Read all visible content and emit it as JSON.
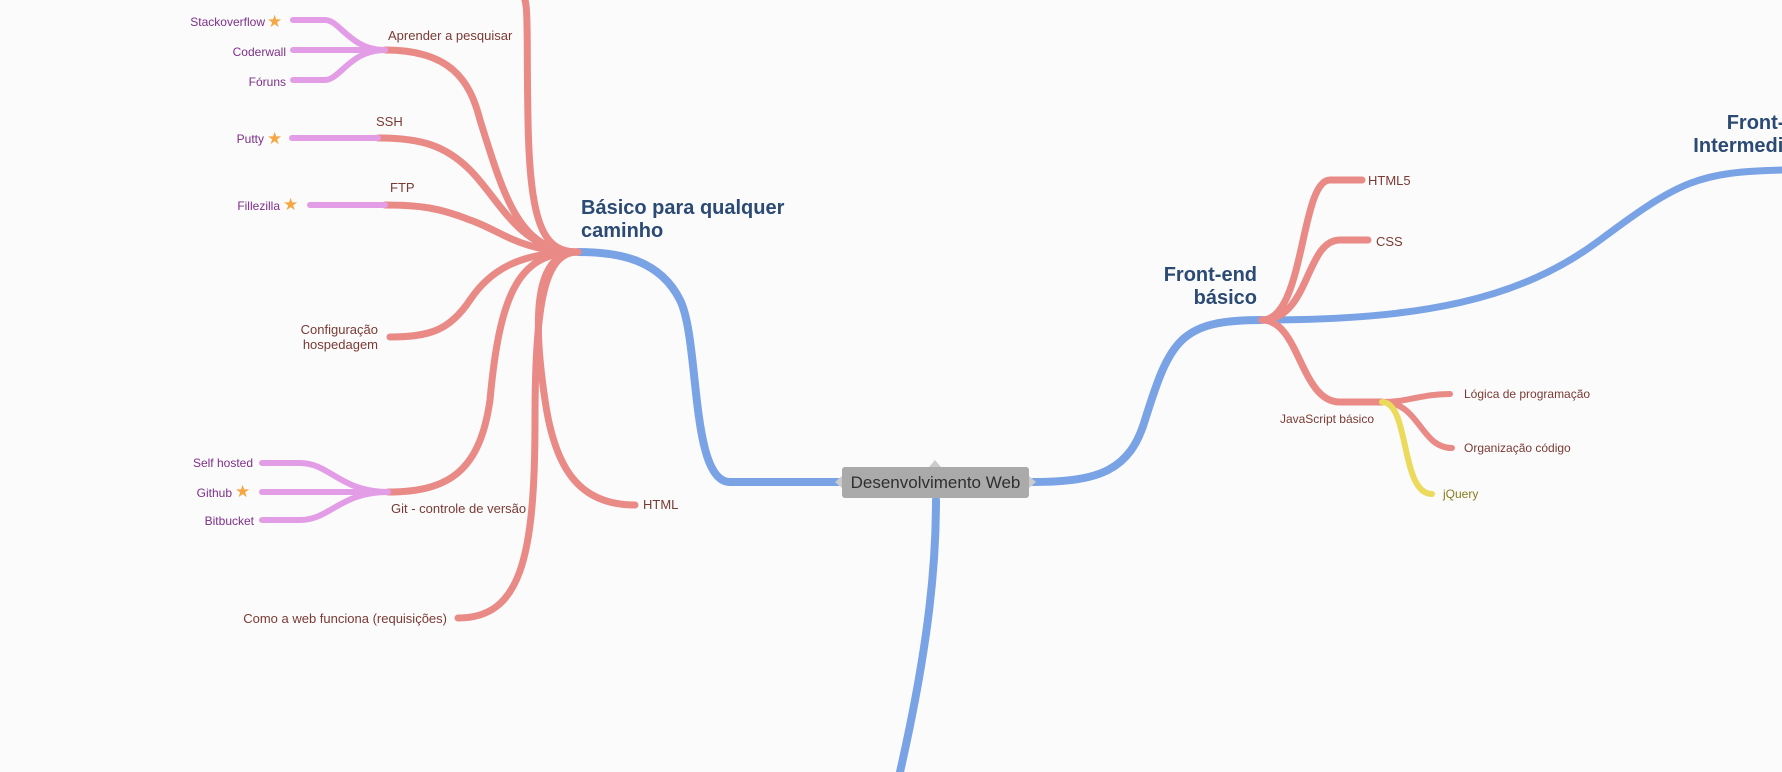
{
  "mindmap": {
    "root": "Desenvolvimento Web",
    "branches": {
      "basico": "Básico para qualquer\ncaminho",
      "frontend_basico": "Front-end\nbásico",
      "frontend_intermediario": "Front-end\nIntermediário"
    },
    "basico_children": {
      "aprender": "Aprender a pesquisar",
      "stackoverflow": "Stackoverflow",
      "coderwall": "Coderwall",
      "foruns": "Fóruns",
      "ssh": "SSH",
      "putty": "Putty",
      "ftp": "FTP",
      "filezilla": "Fillezilla",
      "config": "Configuração\nhospedagem",
      "git": "Git - controle de versão",
      "selfhosted": "Self hosted",
      "github": "Github",
      "bitbucket": "Bitbucket",
      "html": "HTML",
      "comoweb": "Como a web funciona (requisições)"
    },
    "frontend_children": {
      "html5": "HTML5",
      "css": "CSS",
      "js": "JavaScript básico",
      "logica": "Lógica de programação",
      "organizacao": "Organização código",
      "jquery": "jQuery"
    },
    "favorites": [
      "Stackoverflow",
      "Putty",
      "Fillezilla",
      "Github"
    ],
    "colors": {
      "level1": "#7aa3e6",
      "level2": "#e98a86",
      "level3": "#e39de7",
      "jquery": "#ecda5c",
      "star": "#f4a742",
      "root_bg": "#aaaaaa"
    }
  }
}
